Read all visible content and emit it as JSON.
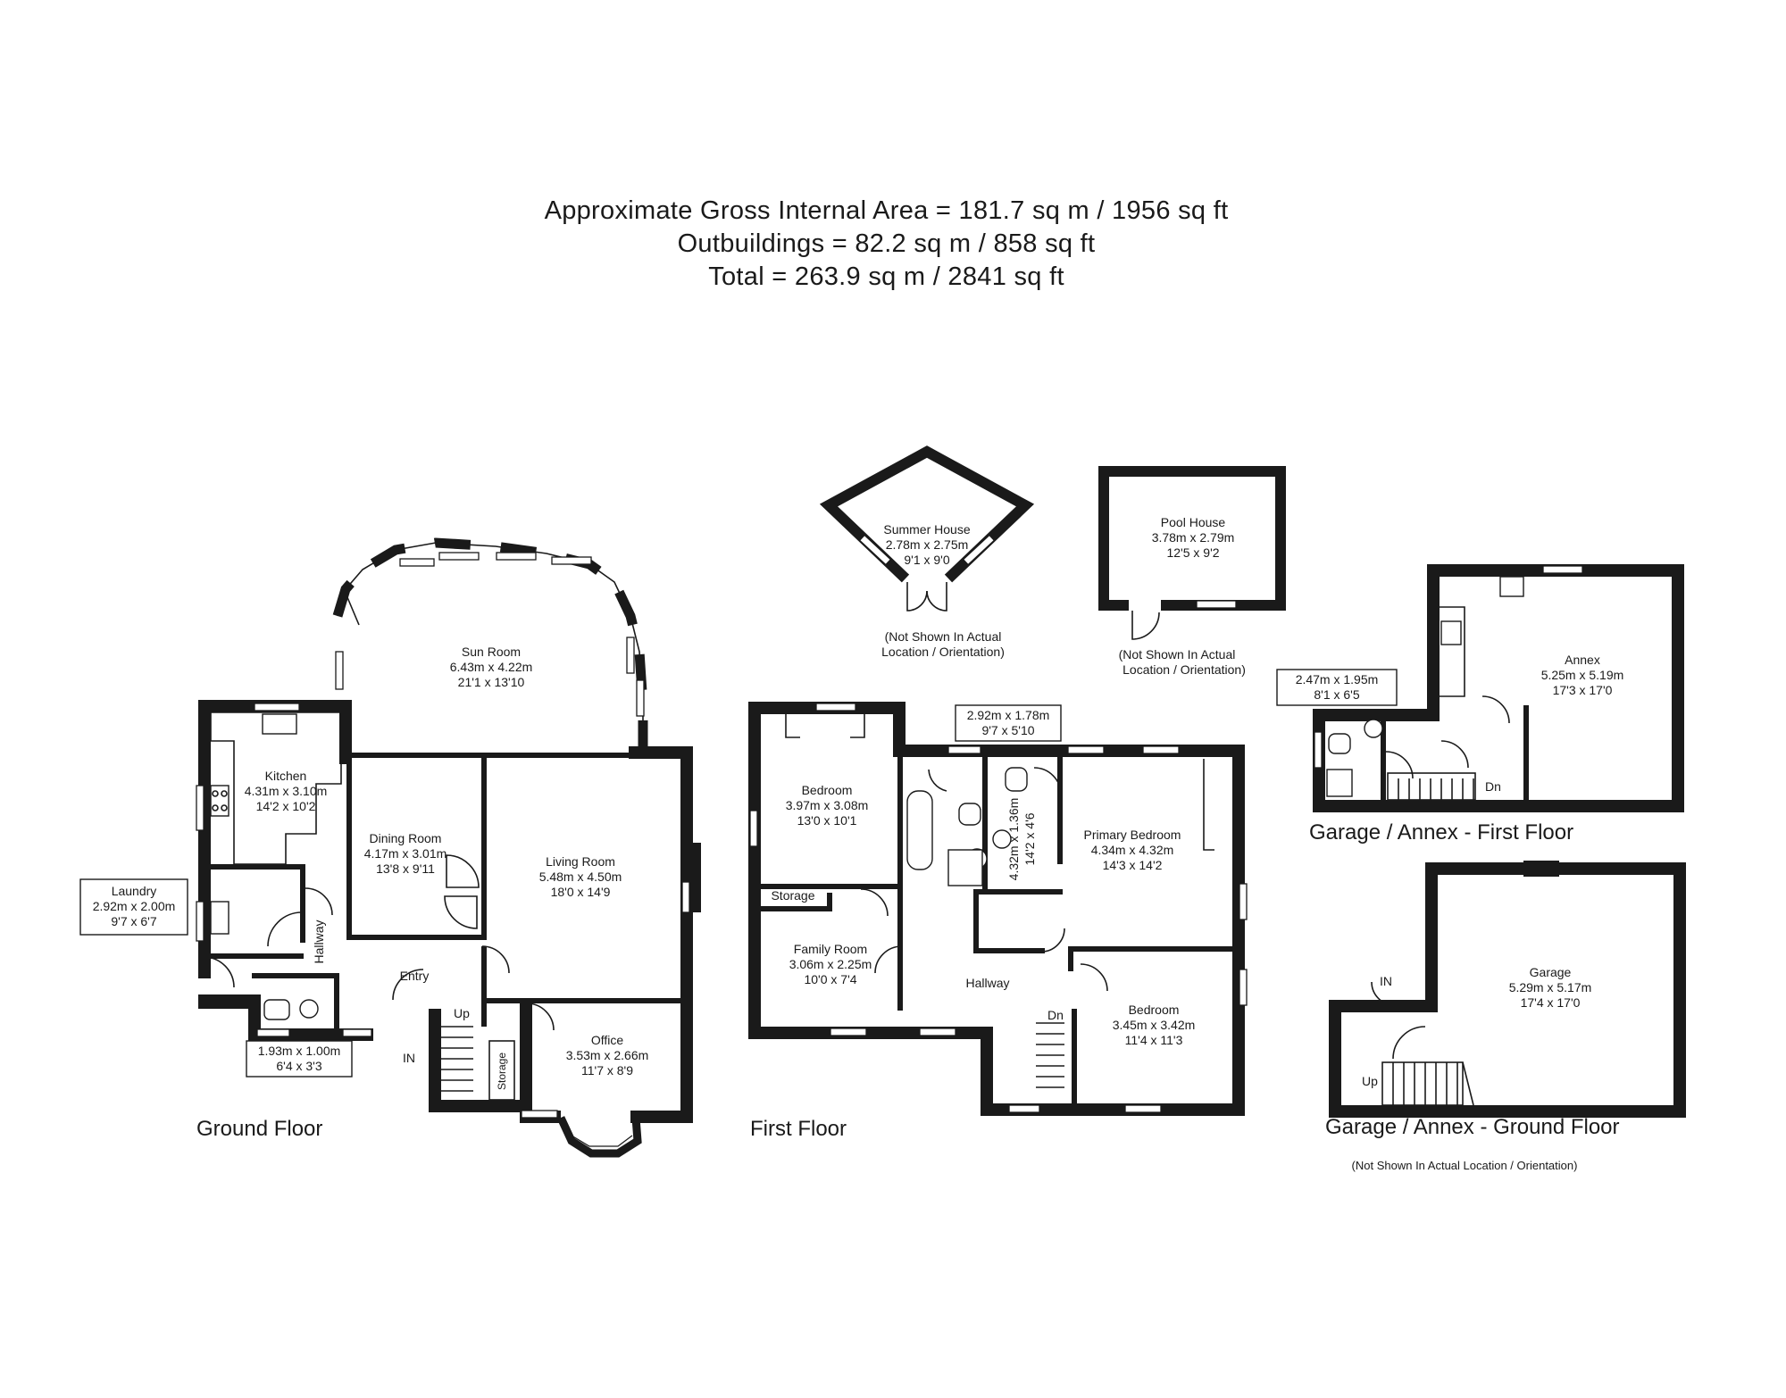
{
  "header": {
    "line1": "Approximate Gross Internal Area = 181.7 sq m / 1956 sq ft",
    "line2": "Outbuildings = 82.2 sq m / 858 sq ft",
    "line3": "Total = 263.9 sq m / 2841 sq ft"
  },
  "floors": {
    "ground": "Ground Floor",
    "first": "First Floor",
    "annex_first": "Garage / Annex - First Floor",
    "annex_ground": "Garage / Annex - Ground Floor"
  },
  "rooms": {
    "sun_room": {
      "name": "Sun Room",
      "metric": "6.43m x 4.22m",
      "imperial": "21'1 x 13'10"
    },
    "kitchen": {
      "name": "Kitchen",
      "metric": "4.31m x 3.10m",
      "imperial": "14'2 x 10'2"
    },
    "dining_room": {
      "name": "Dining Room",
      "metric": "4.17m x 3.01m",
      "imperial": "13'8 x 9'11"
    },
    "living_room": {
      "name": "Living Room",
      "metric": "5.48m x 4.50m",
      "imperial": "18'0 x 14'9"
    },
    "laundry": {
      "name": "Laundry",
      "metric": "2.92m x 2.00m",
      "imperial": "9'7 x 6'7"
    },
    "ground_wc": {
      "metric": "1.93m x 1.00m",
      "imperial": "6'4 x 3'3"
    },
    "office": {
      "name": "Office",
      "metric": "3.53m x 2.66m",
      "imperial": "11'7 x 8'9"
    },
    "bedroom_1": {
      "name": "Bedroom",
      "metric": "3.97m x 3.08m",
      "imperial": "13'0 x 10'1"
    },
    "bathroom": {
      "metric": "2.92m x 1.78m",
      "imperial": "9'7 x 5'10"
    },
    "ensuite": {
      "metric": "4.32m x 1.36m",
      "imperial": "14'2 x 4'6"
    },
    "primary_bedroom": {
      "name": "Primary Bedroom",
      "metric": "4.34m x 4.32m",
      "imperial": "14'3 x 14'2"
    },
    "family_room": {
      "name": "Family Room",
      "metric": "3.06m x 2.25m",
      "imperial": "10'0 x 7'4"
    },
    "bedroom_2": {
      "name": "Bedroom",
      "metric": "3.45m x 3.42m",
      "imperial": "11'4 x 11'3"
    },
    "summer_house": {
      "name": "Summer House",
      "metric": "2.78m x 2.75m",
      "imperial": "9'1 x 9'0"
    },
    "pool_house": {
      "name": "Pool House",
      "metric": "3.78m x 2.79m",
      "imperial": "12'5 x 9'2"
    },
    "annex": {
      "name": "Annex",
      "metric": "5.25m x 5.19m",
      "imperial": "17'3 x 17'0"
    },
    "annex_bath": {
      "metric": "2.47m x 1.95m",
      "imperial": "8'1 x 6'5"
    },
    "garage": {
      "name": "Garage",
      "metric": "5.29m x 5.17m",
      "imperial": "17'4 x 17'0"
    }
  },
  "labels": {
    "hallway": "Hallway",
    "entry": "Entry",
    "storage": "Storage",
    "up": "Up",
    "dn": "Dn",
    "in": "IN"
  },
  "notes": {
    "not_shown_1": "(Not Shown In Actual",
    "not_shown_2": "Location / Orientation)",
    "not_shown_full": "(Not Shown In Actual Location / Orientation)"
  }
}
